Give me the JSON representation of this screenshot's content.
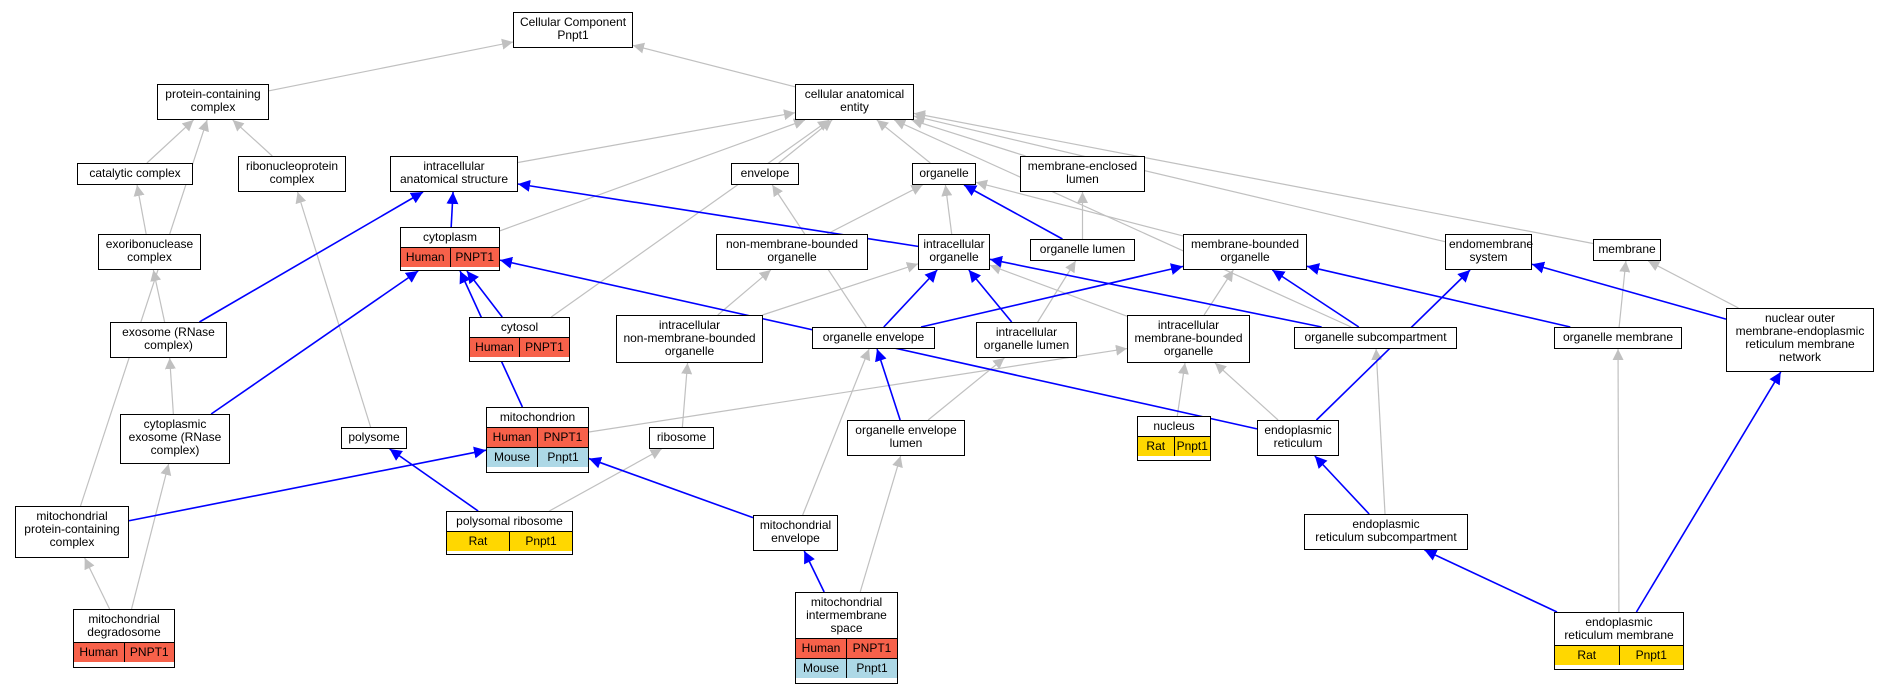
{
  "colors": {
    "gray_edge": "#c0c0c0",
    "blue_edge": "#0000ff",
    "human": "#f7614a",
    "mouse": "#add8e6",
    "rat": "#ffd700"
  },
  "nodes": {
    "cellular_component": {
      "label": "Cellular Component\nPnpt1"
    },
    "protein_containing_complex": {
      "label": "protein-containing\ncomplex"
    },
    "cellular_anatomical_entity": {
      "label": "cellular anatomical\nentity"
    },
    "catalytic_complex": {
      "label": "catalytic complex"
    },
    "ribonucleoprotein_complex": {
      "label": "ribonucleoprotein\ncomplex"
    },
    "intracellular_anatomical_structure": {
      "label": "intracellular\nanatomical structure"
    },
    "envelope": {
      "label": "envelope"
    },
    "organelle": {
      "label": "organelle"
    },
    "membrane_enclosed_lumen": {
      "label": "membrane-enclosed\nlumen"
    },
    "exoribonuclease_complex": {
      "label": "exoribonuclease\ncomplex"
    },
    "cytoplasm": {
      "label": "cytoplasm",
      "annotations": [
        [
          "Human",
          "PNPT1"
        ]
      ]
    },
    "non_membrane_bounded_organelle": {
      "label": "non-membrane-bounded\norganelle"
    },
    "intracellular_organelle": {
      "label": "intracellular\norganelle"
    },
    "organelle_lumen": {
      "label": "organelle lumen"
    },
    "membrane_bounded_organelle": {
      "label": "membrane-bounded\norganelle"
    },
    "endomembrane_system": {
      "label": "endomembrane\nsystem"
    },
    "membrane": {
      "label": "membrane"
    },
    "exosome_rnase_complex": {
      "label": "exosome (RNase\ncomplex)"
    },
    "cytosol": {
      "label": "cytosol",
      "annotations": [
        [
          "Human",
          "PNPT1"
        ]
      ]
    },
    "intracellular_non_membrane_bounded_organelle": {
      "label": "intracellular\nnon-membrane-bounded\norganelle"
    },
    "organelle_envelope": {
      "label": "organelle envelope"
    },
    "intracellular_organelle_lumen": {
      "label": "intracellular\norganelle lumen"
    },
    "intracellular_membrane_bounded_organelle": {
      "label": "intracellular\nmembrane-bounded\norganelle"
    },
    "organelle_subcompartment": {
      "label": "organelle subcompartment"
    },
    "organelle_membrane": {
      "label": "organelle membrane"
    },
    "nuclear_outer_membrane_er_network": {
      "label": "nuclear outer\nmembrane-endoplasmic\nreticulum membrane\nnetwork"
    },
    "cytoplasmic_exosome": {
      "label": "cytoplasmic\nexosome (RNase\ncomplex)"
    },
    "polysome": {
      "label": "polysome"
    },
    "mitochondrion": {
      "label": "mitochondrion",
      "annotations": [
        [
          "Human",
          "PNPT1"
        ],
        [
          "Mouse",
          "Pnpt1"
        ]
      ]
    },
    "ribosome": {
      "label": "ribosome"
    },
    "organelle_envelope_lumen": {
      "label": "organelle envelope\nlumen"
    },
    "nucleus": {
      "label": "nucleus",
      "annotations": [
        [
          "Rat",
          "Pnpt1"
        ]
      ]
    },
    "endoplasmic_reticulum": {
      "label": "endoplasmic\nreticulum"
    },
    "mitochondrial_protein_containing_complex": {
      "label": "mitochondrial\nprotein-containing\ncomplex"
    },
    "polysomal_ribosome": {
      "label": "polysomal ribosome",
      "annotations": [
        [
          "Rat",
          "Pnpt1"
        ]
      ]
    },
    "mitochondrial_envelope": {
      "label": "mitochondrial\nenvelope"
    },
    "er_subcompartment": {
      "label": "endoplasmic\nreticulum subcompartment"
    },
    "mitochondrial_degradosome": {
      "label": "mitochondrial\ndegradosome",
      "annotations": [
        [
          "Human",
          "PNPT1"
        ]
      ]
    },
    "mitochondrial_intermembrane_space": {
      "label": "mitochondrial\nintermembrane\nspace",
      "annotations": [
        [
          "Human",
          "PNPT1"
        ],
        [
          "Mouse",
          "Pnpt1"
        ]
      ]
    },
    "er_membrane": {
      "label": "endoplasmic\nreticulum membrane",
      "annotations": [
        [
          "Rat",
          "Pnpt1"
        ]
      ]
    }
  },
  "edges": [
    {
      "from": "protein_containing_complex",
      "to": "cellular_component",
      "color": "gray"
    },
    {
      "from": "cellular_anatomical_entity",
      "to": "cellular_component",
      "color": "gray"
    },
    {
      "from": "catalytic_complex",
      "to": "protein_containing_complex",
      "color": "gray"
    },
    {
      "from": "ribonucleoprotein_complex",
      "to": "protein_containing_complex",
      "color": "gray"
    },
    {
      "from": "mitochondrial_protein_containing_complex",
      "to": "protein_containing_complex",
      "color": "gray"
    },
    {
      "from": "intracellular_anatomical_structure",
      "to": "cellular_anatomical_entity",
      "color": "gray"
    },
    {
      "from": "envelope",
      "to": "cellular_anatomical_entity",
      "color": "gray"
    },
    {
      "from": "organelle",
      "to": "cellular_anatomical_entity",
      "color": "gray"
    },
    {
      "from": "membrane_enclosed_lumen",
      "to": "cellular_anatomical_entity",
      "color": "gray"
    },
    {
      "from": "cytoplasm",
      "to": "cellular_anatomical_entity",
      "color": "gray"
    },
    {
      "from": "cytosol",
      "to": "cellular_anatomical_entity",
      "color": "gray"
    },
    {
      "from": "organelle_subcompartment",
      "to": "cellular_anatomical_entity",
      "color": "gray"
    },
    {
      "from": "endomembrane_system",
      "to": "cellular_anatomical_entity",
      "color": "gray"
    },
    {
      "from": "membrane",
      "to": "cellular_anatomical_entity",
      "color": "gray"
    },
    {
      "from": "exoribonuclease_complex",
      "to": "catalytic_complex",
      "color": "gray"
    },
    {
      "from": "exosome_rnase_complex",
      "to": "exoribonuclease_complex",
      "color": "gray"
    },
    {
      "from": "cytoplasmic_exosome",
      "to": "exosome_rnase_complex",
      "color": "gray"
    },
    {
      "from": "mitochondrial_degradosome",
      "to": "cytoplasmic_exosome",
      "color": "gray"
    },
    {
      "from": "mitochondrial_degradosome",
      "to": "mitochondrial_protein_containing_complex",
      "color": "gray"
    },
    {
      "from": "polysome",
      "to": "ribonucleoprotein_complex",
      "color": "gray"
    },
    {
      "from": "organelle_envelope",
      "to": "envelope",
      "color": "gray"
    },
    {
      "from": "non_membrane_bounded_organelle",
      "to": "organelle",
      "color": "gray"
    },
    {
      "from": "intracellular_organelle",
      "to": "organelle",
      "color": "gray"
    },
    {
      "from": "membrane_bounded_organelle",
      "to": "organelle",
      "color": "gray"
    },
    {
      "from": "organelle_lumen",
      "to": "membrane_enclosed_lumen",
      "color": "gray"
    },
    {
      "from": "intracellular_non_membrane_bounded_organelle",
      "to": "non_membrane_bounded_organelle",
      "color": "gray"
    },
    {
      "from": "intracellular_non_membrane_bounded_organelle",
      "to": "intracellular_organelle",
      "color": "gray"
    },
    {
      "from": "intracellular_membrane_bounded_organelle",
      "to": "membrane_bounded_organelle",
      "color": "gray"
    },
    {
      "from": "intracellular_membrane_bounded_organelle",
      "to": "intracellular_organelle",
      "color": "gray"
    },
    {
      "from": "intracellular_organelle_lumen",
      "to": "organelle_lumen",
      "color": "gray"
    },
    {
      "from": "ribosome",
      "to": "intracellular_non_membrane_bounded_organelle",
      "color": "gray"
    },
    {
      "from": "nucleus",
      "to": "intracellular_membrane_bounded_organelle",
      "color": "gray"
    },
    {
      "from": "mitochondrion",
      "to": "intracellular_membrane_bounded_organelle",
      "color": "gray"
    },
    {
      "from": "endoplasmic_reticulum",
      "to": "intracellular_membrane_bounded_organelle",
      "color": "gray"
    },
    {
      "from": "organelle_envelope_lumen",
      "to": "intracellular_organelle_lumen",
      "color": "gray"
    },
    {
      "from": "mitochondrial_envelope",
      "to": "organelle_envelope",
      "color": "gray"
    },
    {
      "from": "polysomal_ribosome",
      "to": "ribosome",
      "color": "gray"
    },
    {
      "from": "er_subcompartment",
      "to": "organelle_subcompartment",
      "color": "gray"
    },
    {
      "from": "mitochondrial_intermembrane_space",
      "to": "organelle_envelope_lumen",
      "color": "gray"
    },
    {
      "from": "er_membrane",
      "to": "organelle_membrane",
      "color": "gray"
    },
    {
      "from": "nuclear_outer_membrane_er_network",
      "to": "membrane",
      "color": "gray"
    },
    {
      "from": "organelle_membrane",
      "to": "membrane",
      "color": "gray"
    },
    {
      "from": "cytoplasm",
      "to": "intracellular_anatomical_structure",
      "color": "blue"
    },
    {
      "from": "intracellular_organelle",
      "to": "intracellular_anatomical_structure",
      "color": "blue"
    },
    {
      "from": "exosome_rnase_complex",
      "to": "intracellular_anatomical_structure",
      "color": "blue"
    },
    {
      "from": "cytosol",
      "to": "cytoplasm",
      "color": "blue"
    },
    {
      "from": "cytoplasmic_exosome",
      "to": "cytoplasm",
      "color": "blue"
    },
    {
      "from": "mitochondrion",
      "to": "cytoplasm",
      "color": "blue"
    },
    {
      "from": "endoplasmic_reticulum",
      "to": "cytoplasm",
      "color": "blue"
    },
    {
      "from": "organelle_lumen",
      "to": "organelle",
      "color": "blue"
    },
    {
      "from": "organelle_envelope",
      "to": "intracellular_organelle",
      "color": "blue"
    },
    {
      "from": "intracellular_organelle_lumen",
      "to": "intracellular_organelle",
      "color": "blue"
    },
    {
      "from": "organelle_subcompartment",
      "to": "intracellular_organelle",
      "color": "blue"
    },
    {
      "from": "organelle_envelope",
      "to": "membrane_bounded_organelle",
      "color": "blue"
    },
    {
      "from": "organelle_subcompartment",
      "to": "membrane_bounded_organelle",
      "color": "blue"
    },
    {
      "from": "organelle_membrane",
      "to": "membrane_bounded_organelle",
      "color": "blue"
    },
    {
      "from": "endoplasmic_reticulum",
      "to": "endomembrane_system",
      "color": "blue"
    },
    {
      "from": "nuclear_outer_membrane_er_network",
      "to": "endomembrane_system",
      "color": "blue"
    },
    {
      "from": "mitochondrial_protein_containing_complex",
      "to": "mitochondrion",
      "color": "blue"
    },
    {
      "from": "mitochondrial_envelope",
      "to": "mitochondrion",
      "color": "blue"
    },
    {
      "from": "polysomal_ribosome",
      "to": "polysome",
      "color": "blue"
    },
    {
      "from": "organelle_envelope_lumen",
      "to": "organelle_envelope",
      "color": "blue"
    },
    {
      "from": "er_subcompartment",
      "to": "endoplasmic_reticulum",
      "color": "blue"
    },
    {
      "from": "mitochondrial_intermembrane_space",
      "to": "mitochondrial_envelope",
      "color": "blue"
    },
    {
      "from": "er_membrane",
      "to": "er_subcompartment",
      "color": "blue"
    },
    {
      "from": "er_membrane",
      "to": "nuclear_outer_membrane_er_network",
      "color": "blue"
    }
  ]
}
